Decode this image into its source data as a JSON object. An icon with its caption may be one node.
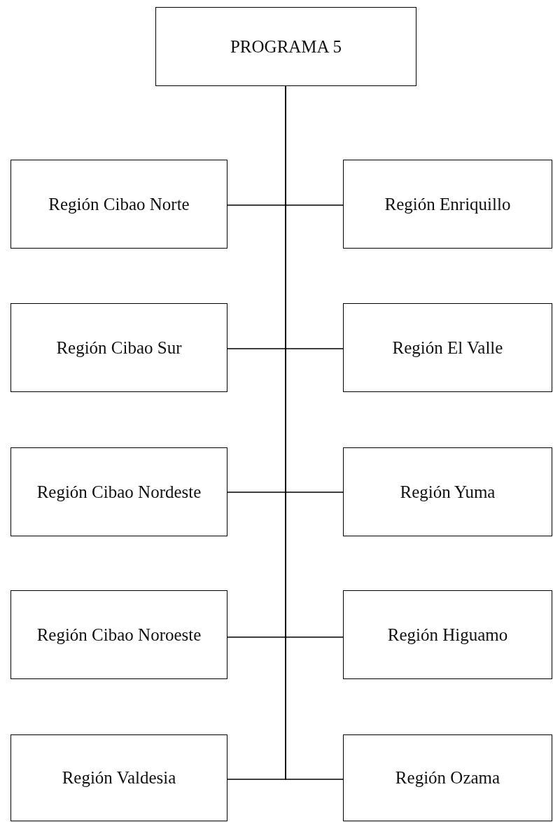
{
  "diagram": {
    "nodes": [
      {
        "text": [
          "PROGRAMA 5"
        ]
      },
      {
        "text": [
          "Región Cibao Norte"
        ]
      },
      {
        "text": [
          "Región Enriquillo"
        ]
      },
      {
        "text": [
          "Región Cibao Sur"
        ]
      },
      {
        "text": [
          "Región El Valle"
        ]
      },
      {
        "text": [
          "Región Cibao Nordeste"
        ]
      },
      {
        "text": [
          "Región Yuma"
        ]
      },
      {
        "text": [
          "Región Cibao Noroeste"
        ]
      },
      {
        "text": [
          "Región Higuamo"
        ]
      },
      {
        "text": [
          "Región Valdesia"
        ]
      },
      {
        "text": [
          "Región Ozama"
        ]
      }
    ],
    "edges": [
      {
        "from": 0,
        "to": 1,
        "arrow": "none"
      },
      {
        "from": 0,
        "to": 2,
        "arrow": "none"
      },
      {
        "from": 0,
        "to": 3,
        "arrow": "none"
      },
      {
        "from": 0,
        "to": 4,
        "arrow": "none"
      },
      {
        "from": 0,
        "to": 5,
        "arrow": "none"
      },
      {
        "from": 0,
        "to": 6,
        "arrow": "none"
      },
      {
        "from": 0,
        "to": 7,
        "arrow": "none"
      },
      {
        "from": 0,
        "to": 8,
        "arrow": "none"
      },
      {
        "from": 0,
        "to": 9,
        "arrow": "none"
      },
      {
        "from": 0,
        "to": 10,
        "arrow": "none"
      }
    ]
  }
}
